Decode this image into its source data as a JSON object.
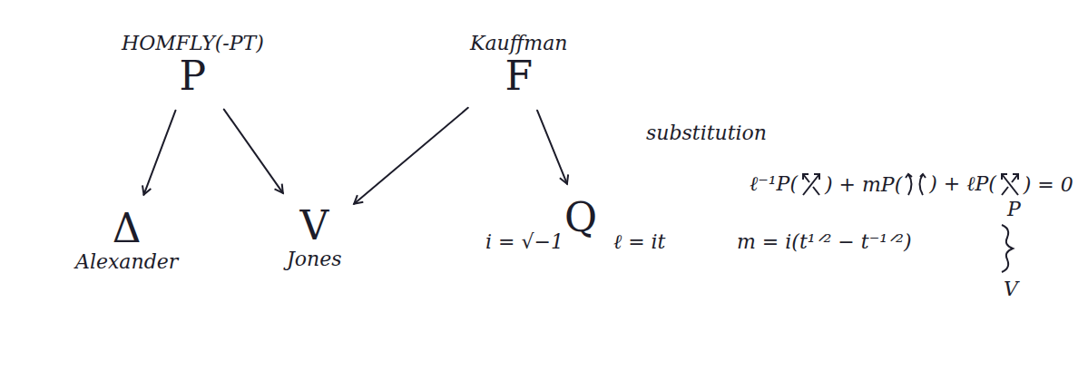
{
  "diagram": {
    "nodes": [
      {
        "text": [
          "HOMFLY(-PT)",
          "P"
        ]
      },
      {
        "text": [
          "Kauffman",
          "F"
        ]
      },
      {
        "text": [
          "Δ",
          "Alexander"
        ]
      },
      {
        "text": [
          "V",
          "Jones"
        ]
      },
      {
        "text": [
          "Q"
        ]
      }
    ],
    "edges": [
      {
        "from": 0,
        "to": 2,
        "arrow": "to"
      },
      {
        "from": 0,
        "to": 3,
        "arrow": "to"
      },
      {
        "from": 1,
        "to": 3,
        "arrow": "to"
      },
      {
        "from": 1,
        "to": 4,
        "arrow": "to"
      }
    ],
    "labels": [
      "substitution",
      "ℓ⁻¹P(",
      ") + mP(",
      ") + ℓP(",
      ") = 0",
      "P",
      "i = √−1",
      "ℓ = it",
      "m = i(t¹ᐟ² − t⁻¹ᐟ²)",
      "V"
    ]
  }
}
